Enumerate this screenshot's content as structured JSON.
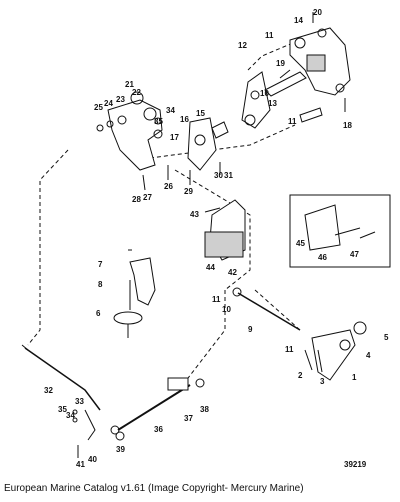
{
  "caption": "European Marine Catalog v1.61 (Image Copyright- Mercury Marine)",
  "figure_number": "39219",
  "callouts": [
    "1",
    "2",
    "3",
    "4",
    "5",
    "6",
    "7",
    "8",
    "9",
    "10",
    "11",
    "12",
    "13",
    "14",
    "15",
    "16",
    "17",
    "18",
    "19",
    "20",
    "21",
    "22",
    "23",
    "24",
    "25",
    "26",
    "27",
    "28",
    "29",
    "30",
    "31",
    "32",
    "33",
    "34",
    "35",
    "36",
    "37",
    "38",
    "39",
    "40",
    "41",
    "42",
    "43",
    "44",
    "45",
    "46",
    "47"
  ],
  "colors": {
    "line": "#111111",
    "paper": "#ffffff",
    "shade": "#cfcfcf"
  }
}
